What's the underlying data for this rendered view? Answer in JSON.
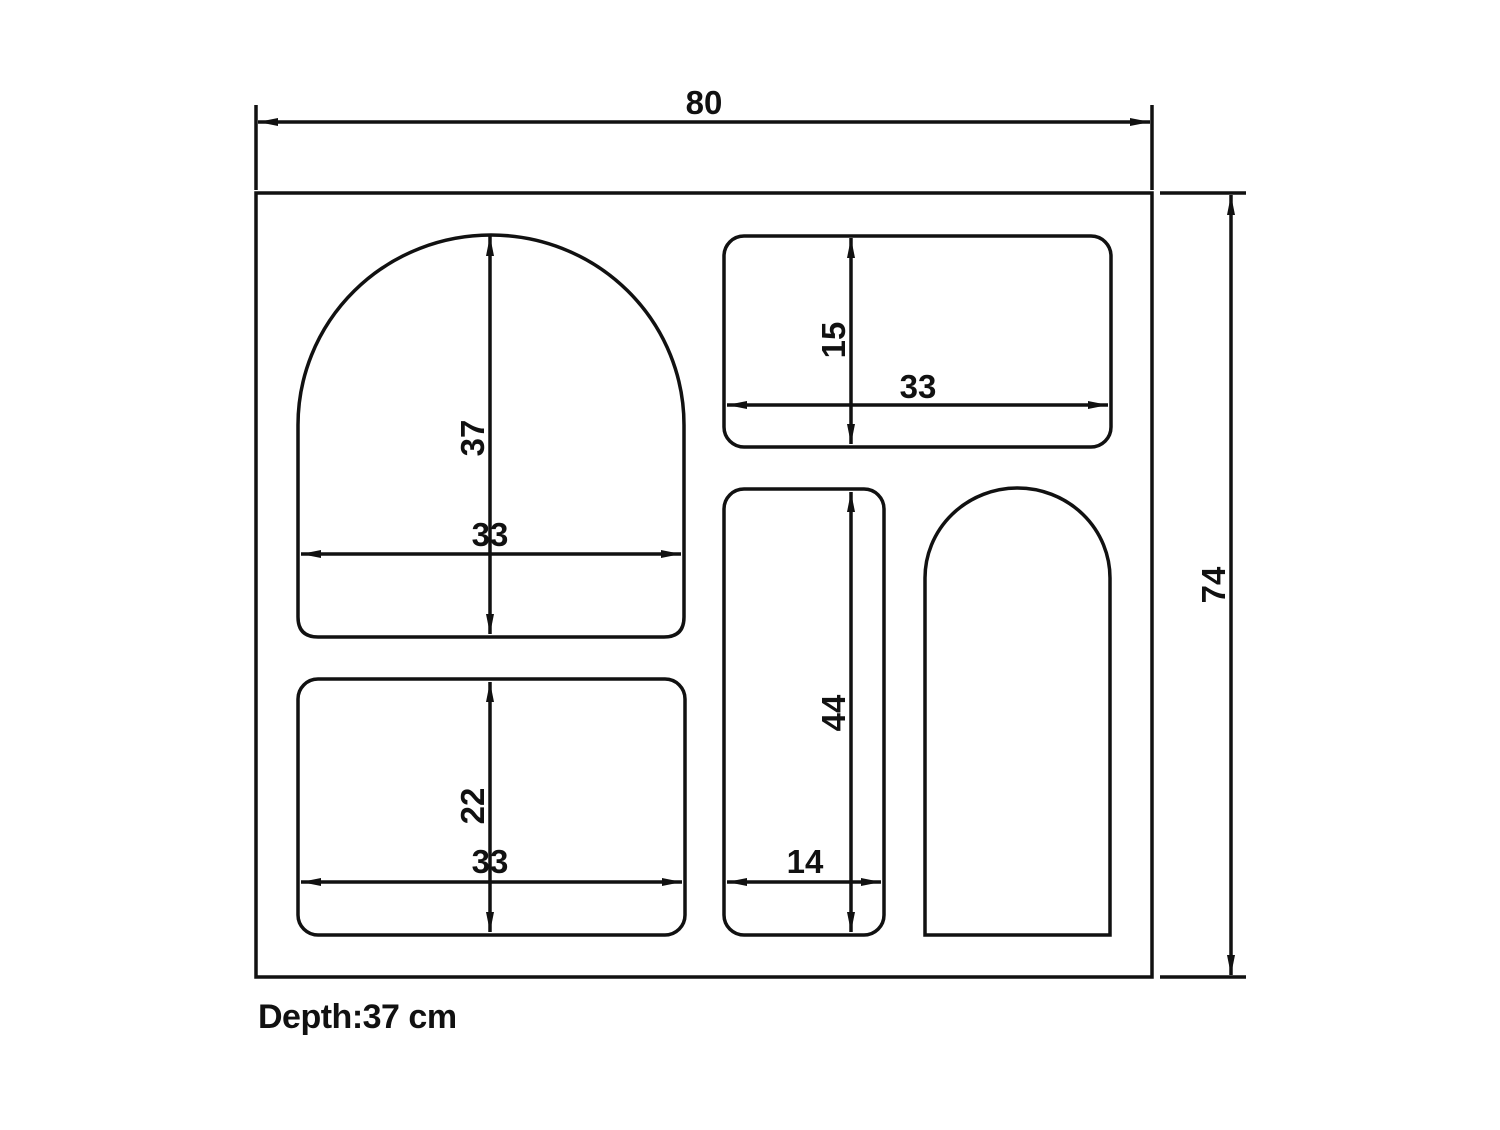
{
  "diagram": {
    "overall_width": "80",
    "overall_height": "74",
    "depth_note": "Depth:37 cm",
    "compartments": {
      "arch_large": {
        "height": "37",
        "width": "33"
      },
      "top_right": {
        "height": "15",
        "width": "33"
      },
      "bottom_left": {
        "height": "22",
        "width": "33"
      },
      "tall_middle": {
        "height": "44",
        "width": "14"
      },
      "arch_small": {}
    }
  }
}
